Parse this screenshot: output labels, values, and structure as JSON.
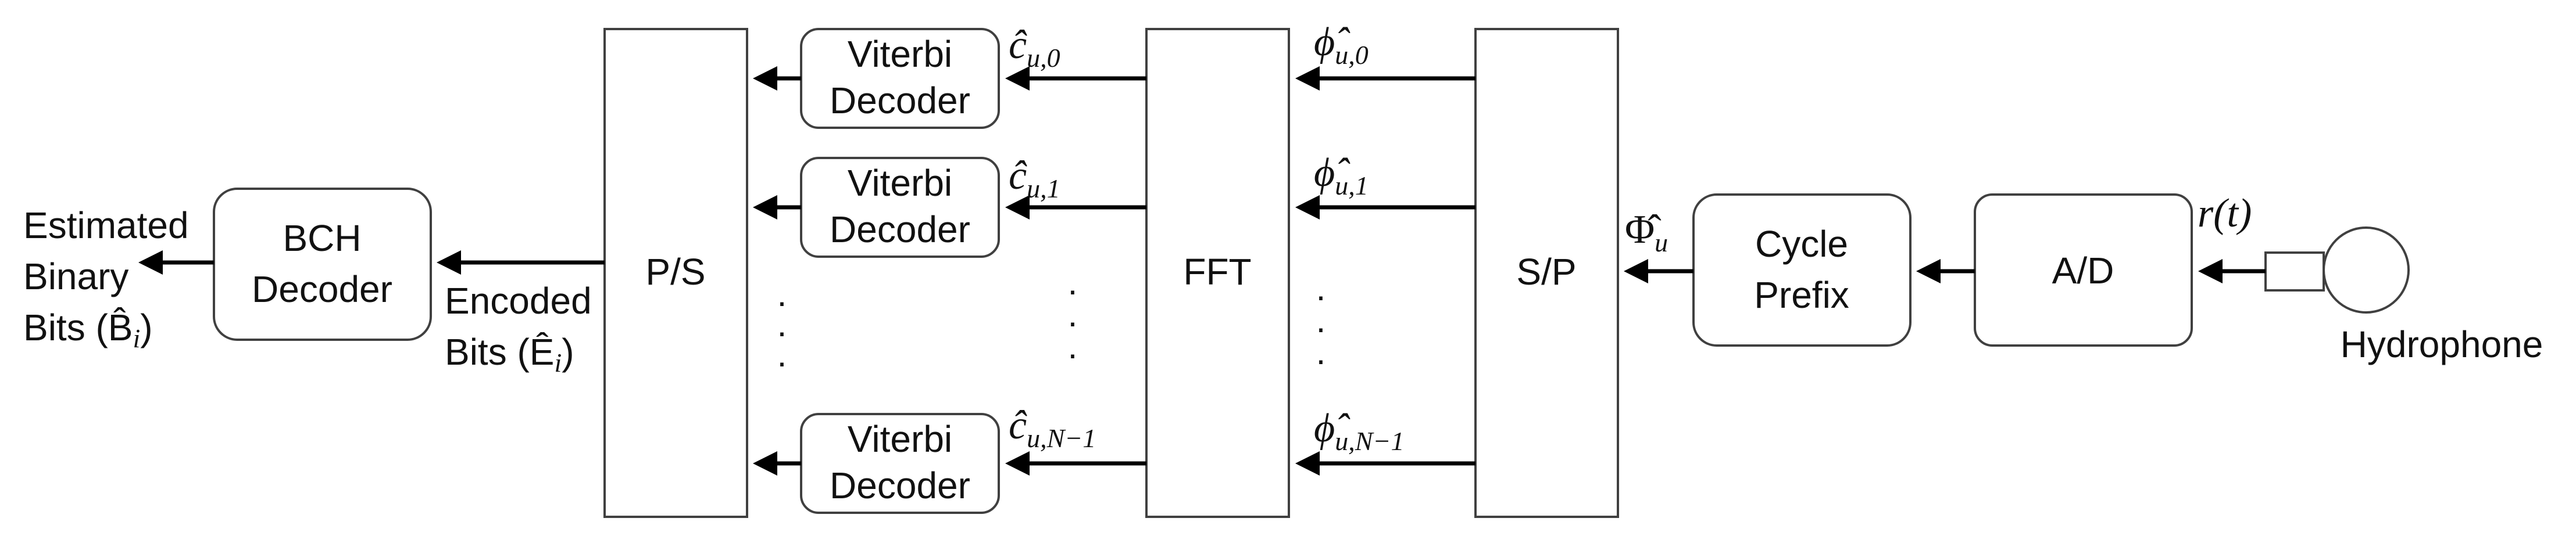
{
  "blocks": {
    "bch_decoder": [
      "BCH",
      "Decoder"
    ],
    "ps": "P/S",
    "viterbi_0": [
      "Viterbi",
      "Decoder"
    ],
    "viterbi_1": [
      "Viterbi",
      "Decoder"
    ],
    "viterbi_n1": [
      "Viterbi",
      "Decoder"
    ],
    "fft": "FFT",
    "sp": "S/P",
    "cycle_prefix": [
      "Cycle",
      "Prefix"
    ],
    "ad": "A/D"
  },
  "labels": {
    "estimated_bits": [
      "Estimated",
      "Binary",
      "Bits (B̂"
    ],
    "estimated_bits_sub": "i",
    "encoded_bits": [
      "Encoded",
      "Bits (Ê"
    ],
    "encoded_bits_sub": "i",
    "hydrophone": "Hydrophone"
  },
  "signals": {
    "c0": {
      "base": "ĉ",
      "sub": "u,0"
    },
    "c1": {
      "base": "ĉ",
      "sub": "u,1"
    },
    "cn1": {
      "base": "ĉ",
      "sub": "u,N−1"
    },
    "phi0": {
      "base": "ϕ̂",
      "sub": "u,0"
    },
    "phi1": {
      "base": "ϕ̂",
      "sub": "u,1"
    },
    "phin1": {
      "base": "ϕ̂",
      "sub": "u,N−1"
    },
    "Phi": {
      "base": "Φ̂",
      "sub": "u"
    },
    "rt": "r(t)"
  },
  "ellipsis": "·"
}
